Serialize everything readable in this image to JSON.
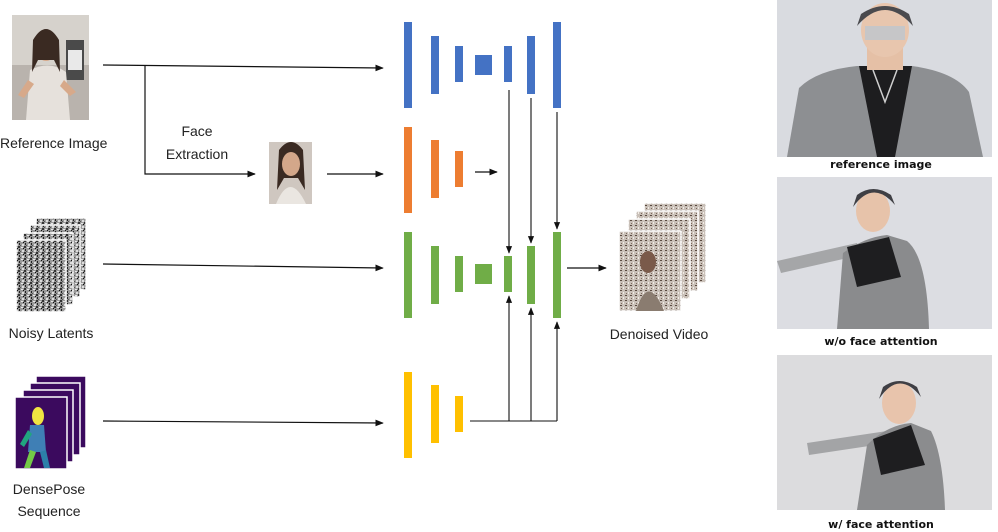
{
  "inputs": {
    "reference_image_label": "Reference Image",
    "face_extraction_label_line1": "Face",
    "face_extraction_label_line2": "Extraction",
    "noisy_latents_label": "Noisy Latents",
    "densepose_label_line1": "DensePose",
    "densepose_label_line2": "Sequence"
  },
  "output": {
    "denoised_video_label": "Denoised Video"
  },
  "comparison": {
    "captions": [
      "reference image",
      "w/o face attention",
      "w/ face attention"
    ]
  },
  "colors": {
    "reference_unet": "#4472c4",
    "face_unet": "#ed7d31",
    "denoising_unet": "#70ad47",
    "pose_guider": "#ffc000",
    "arrow": "#111111"
  },
  "icons": {
    "reference_thumbnail": "person-photo-icon",
    "face_crop": "face-photo-icon",
    "noise_stack": "noise-stack-icon",
    "densepose_stack": "densepose-stack-icon",
    "video_stack": "video-frames-icon"
  }
}
